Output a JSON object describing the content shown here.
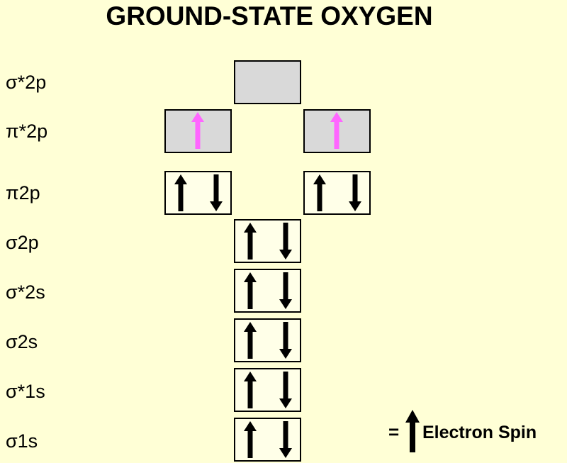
{
  "title": "GROUND-STATE OXYGEN",
  "levels": [
    {
      "label": "σ*2p",
      "orbitals": [
        []
      ]
    },
    {
      "label": "π*2p",
      "orbitals": [
        [
          "up"
        ],
        [
          "up"
        ]
      ]
    },
    {
      "label": "π2p",
      "orbitals": [
        [
          "up",
          "down"
        ],
        [
          "up",
          "down"
        ]
      ]
    },
    {
      "label": "σ2p",
      "orbitals": [
        [
          "up",
          "down"
        ]
      ]
    },
    {
      "label": "σ*2s",
      "orbitals": [
        [
          "up",
          "down"
        ]
      ]
    },
    {
      "label": "σ2s",
      "orbitals": [
        [
          "up",
          "down"
        ]
      ]
    },
    {
      "label": "σ*1s",
      "orbitals": [
        [
          "up",
          "down"
        ]
      ]
    },
    {
      "label": "σ1s",
      "orbitals": [
        [
          "up",
          "down"
        ]
      ]
    }
  ],
  "legend": {
    "equals": "=",
    "text": "Electron Spin",
    "icon": "up-arrow-icon"
  },
  "colors": {
    "background": "#ffffd6",
    "filled_box": "#ffffe8",
    "empty_box": "#d9d9d9",
    "paired_arrow": "#000000",
    "unpaired_arrow": "#ff66ff"
  }
}
